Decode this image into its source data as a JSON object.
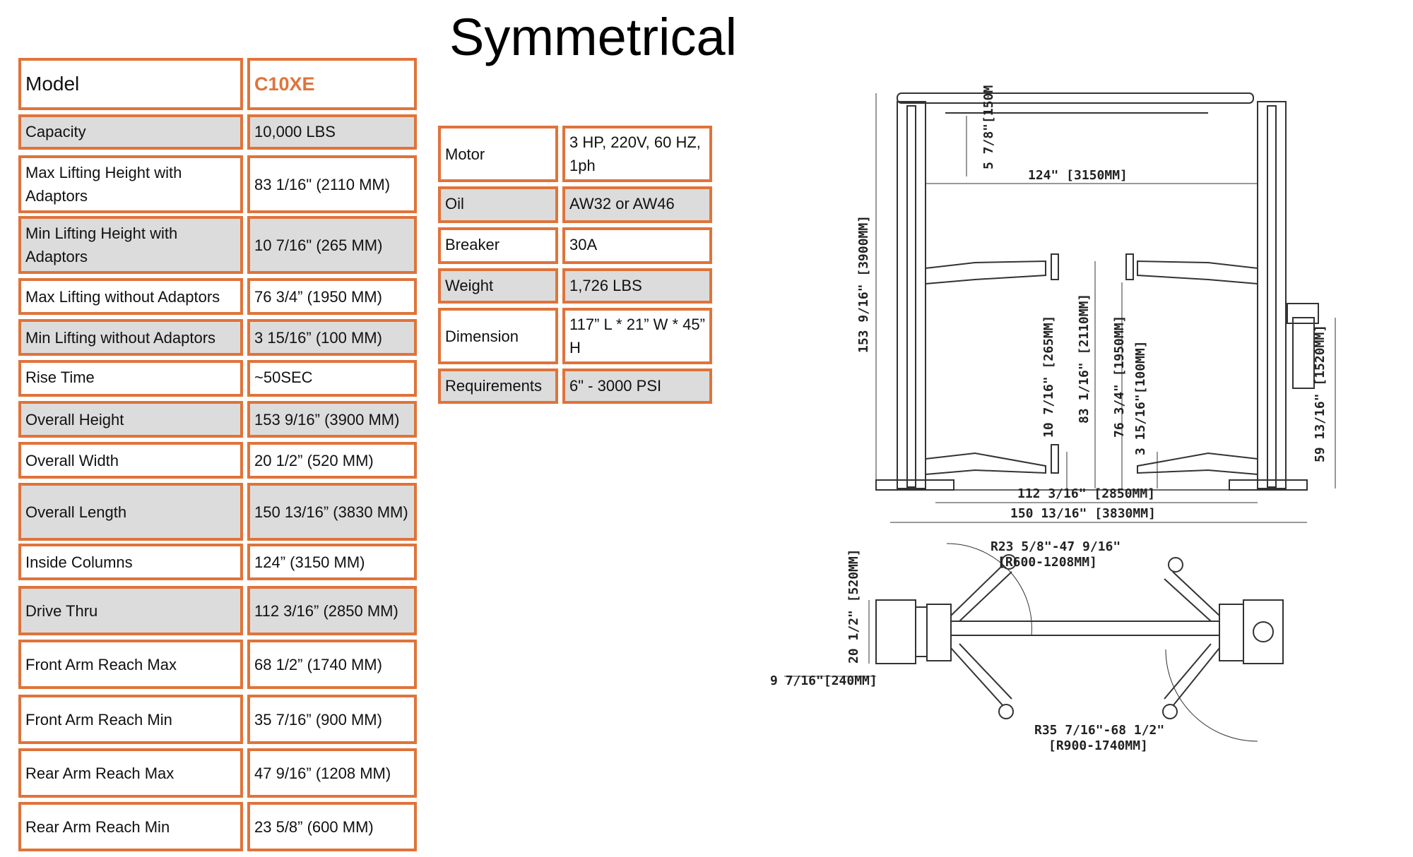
{
  "title": "Symmetrical",
  "specs_left": [
    {
      "label": "Model",
      "value": "C10XE"
    },
    {
      "label": "Capacity",
      "value": "10,000 LBS"
    },
    {
      "label": "Max Lifting Height with Adaptors",
      "value": "83 1/16\" (2110 MM)"
    },
    {
      "label": "Min Lifting Height with Adaptors",
      "value": "10 7/16\" (265 MM)"
    },
    {
      "label": "Max Lifting without Adaptors",
      "value": "76 3/4” (1950 MM)"
    },
    {
      "label": "Min Lifting without Adaptors",
      "value": "3 15/16” (100 MM)"
    },
    {
      "label": "Rise Time",
      "value": "~50SEC"
    },
    {
      "label": "Overall Height",
      "value": "153 9/16” (3900 MM)"
    },
    {
      "label": "Overall Width",
      "value": "20 1/2” (520 MM)"
    },
    {
      "label": "Overall Length",
      "value": "150 13/16” (3830 MM)"
    },
    {
      "label": "Inside Columns",
      "value": "124” (3150 MM)"
    },
    {
      "label": "Drive Thru",
      "value": "112 3/16” (2850 MM)"
    },
    {
      "label": "Front Arm Reach Max",
      "value": "68 1/2” (1740 MM)"
    },
    {
      "label": "Front Arm Reach Min",
      "value": "35 7/16” (900 MM)"
    },
    {
      "label": "Rear Arm Reach Max",
      "value": "47 9/16” (1208 MM)"
    },
    {
      "label": "Rear Arm Reach Min",
      "value": "23 5/8” (600 MM)"
    }
  ],
  "specs_right": [
    {
      "label": "Motor",
      "value": "3 HP, 220V, 60 HZ, 1ph"
    },
    {
      "label": "Oil",
      "value": "AW32 or AW46"
    },
    {
      "label": "Breaker",
      "value": "30A"
    },
    {
      "label": "Weight",
      "value": "1,726 LBS"
    },
    {
      "label": "Dimension",
      "value": "117” L * 21” W * 45” H"
    },
    {
      "label": "Requirements",
      "value": "6\" - 3000 PSI"
    }
  ],
  "drawing_labels": {
    "top_clear": "5 7/8\"[150MM]",
    "inside_columns": "124\" [3150MM]",
    "overall_height": "153 9/16\" [3900MM]",
    "min_adaptor": "10 7/16\" [265MM]",
    "max_adaptor": "83 1/16\" [2110MM]",
    "max_no_adaptor": "76 3/4\" [1950MM]",
    "min_no_adaptor": "3 15/16\"[100MM]",
    "power_unit": "59 13/16\" [1520MM]",
    "drive_thru": "112 3/16\" [2850MM]",
    "overall_length": "150 13/16\" [3830MM]",
    "rear_reach_1": "R23 5/8\"-47 9/16\"",
    "rear_reach_2": "[R600-1208MM]",
    "width": "20 1/2\" [520MM]",
    "base_depth": "9 7/16\"[240MM]",
    "front_reach_1": "R35 7/16\"-68 1/2\"",
    "front_reach_2": "[R900-1740MM]"
  },
  "colors": {
    "border": "#e0733a",
    "shade": "#dcdcdc",
    "accent": "#e0733a"
  }
}
